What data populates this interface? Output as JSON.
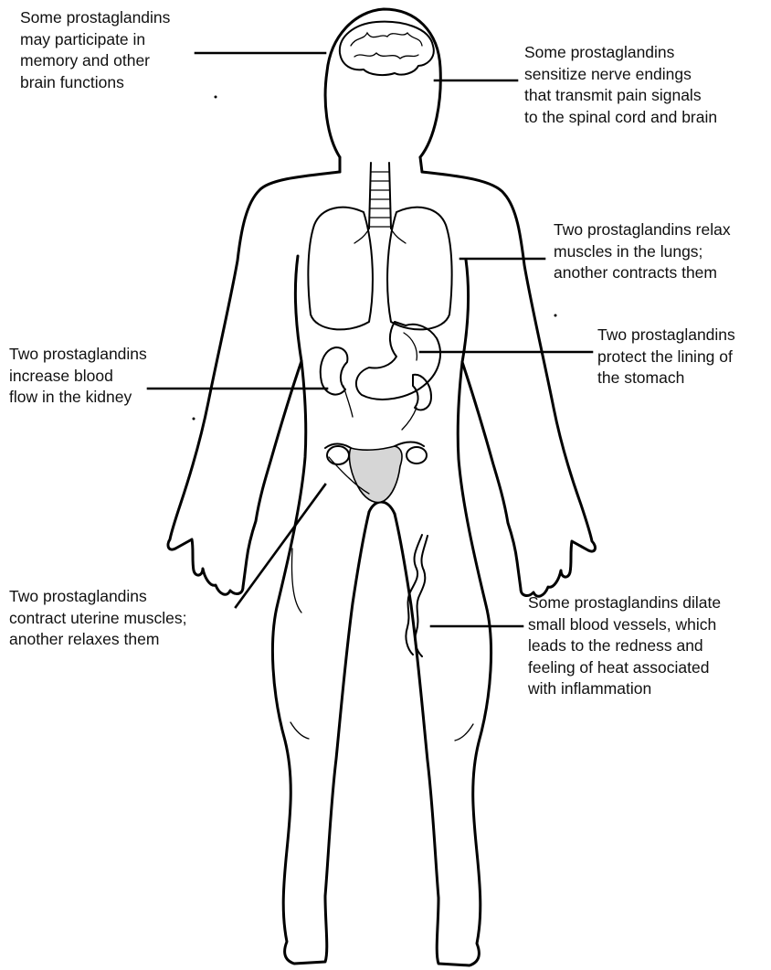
{
  "annotations": [
    {
      "id": "brain",
      "text": "Some prostaglandins\nmay participate in\nmemory and other\nbrain functions"
    },
    {
      "id": "pain",
      "text": "Some prostaglandins\nsensitize nerve endings\nthat transmit pain signals\nto the spinal cord and brain"
    },
    {
      "id": "lungs",
      "text": "Two prostaglandins relax\nmuscles in the lungs;\nanother contracts them"
    },
    {
      "id": "stomach",
      "text": "Two prostaglandins\nprotect the lining of\nthe stomach"
    },
    {
      "id": "kidney",
      "text": "Two prostaglandins\nincrease blood\nflow in the kidney"
    },
    {
      "id": "uterus",
      "text": "Two prostaglandins\ncontract uterine muscles;\nanother relaxes them"
    },
    {
      "id": "vessels",
      "text": "Some prostaglandins dilate\nsmall blood vessels, which\nleads to the redness and\nfeeling of heat associated\nwith inflammation"
    }
  ]
}
